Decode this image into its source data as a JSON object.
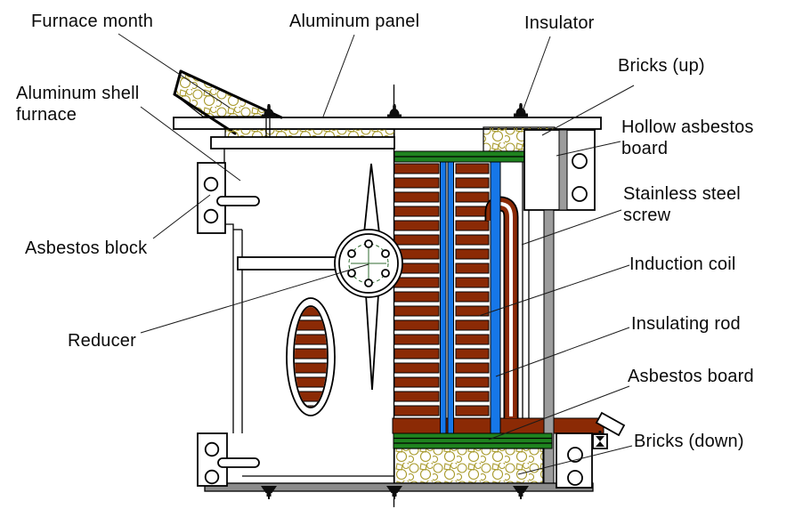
{
  "labels": {
    "furnace_month": "Furnace month",
    "aluminum_panel": "Aluminum panel",
    "insulator": "Insulator",
    "bricks_up": "Bricks (up)",
    "aluminum_shell_furnace": "Aluminum shell\nfurnace",
    "hollow_asbestos_board": "Hollow asbestos\nboard",
    "stainless_steel_screw": "Stainless steel\nscrew",
    "asbestos_block": "Asbestos block",
    "induction_coil": "Induction coil",
    "insulating_rod": "Insulating rod",
    "reducer": "Reducer",
    "asbestos_board": "Asbestos board",
    "bricks_down": "Bricks (down)"
  },
  "colors": {
    "coil_brown": "#8b2a05",
    "rod_blue": "#1677e8",
    "board_green": "#1f831f",
    "brick_outline_olive": "#a89a2c",
    "screw_gray": "#9c9c9c",
    "plate_gray": "#8b8b8b",
    "reducer_mark_green": "#2f6b2f"
  }
}
